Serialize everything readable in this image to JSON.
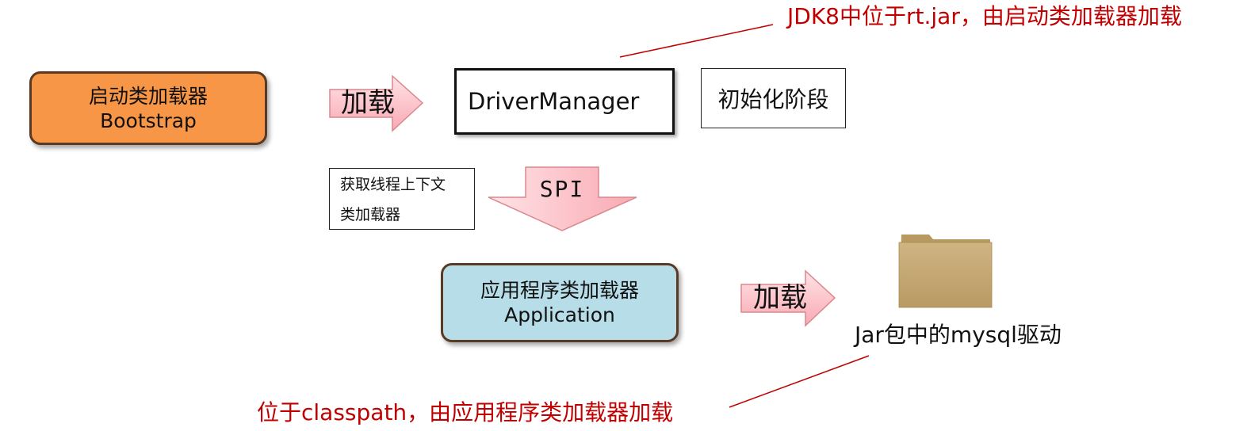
{
  "bootstrap": {
    "line1": "启动类加载器",
    "line2": "Bootstrap"
  },
  "application": {
    "line1": "应用程序类加载器",
    "line2": "Application"
  },
  "driver_manager": "DriverManager",
  "init_phase": "初始化阶段",
  "context_loader": {
    "line1": "获取线程上下文",
    "line2": "类加载器"
  },
  "arrow_load_top": "加载",
  "arrow_load_bottom": "加载",
  "arrow_spi": "SPI",
  "jar_label": "Jar包中的mysql驱动",
  "note_top": "JDK8中位于rt.jar，由启动类加载器加载",
  "note_bottom": "位于classpath，由应用程序类加载器加载",
  "colors": {
    "bootstrap_fill": "#f79646",
    "application_fill": "#b7dde8",
    "box_border": "#5a3a22",
    "arrow_fill": "#ffc7ce",
    "arrow_stroke": "#d9888e",
    "note_red": "#c00000",
    "folder": "#c7aa77"
  }
}
